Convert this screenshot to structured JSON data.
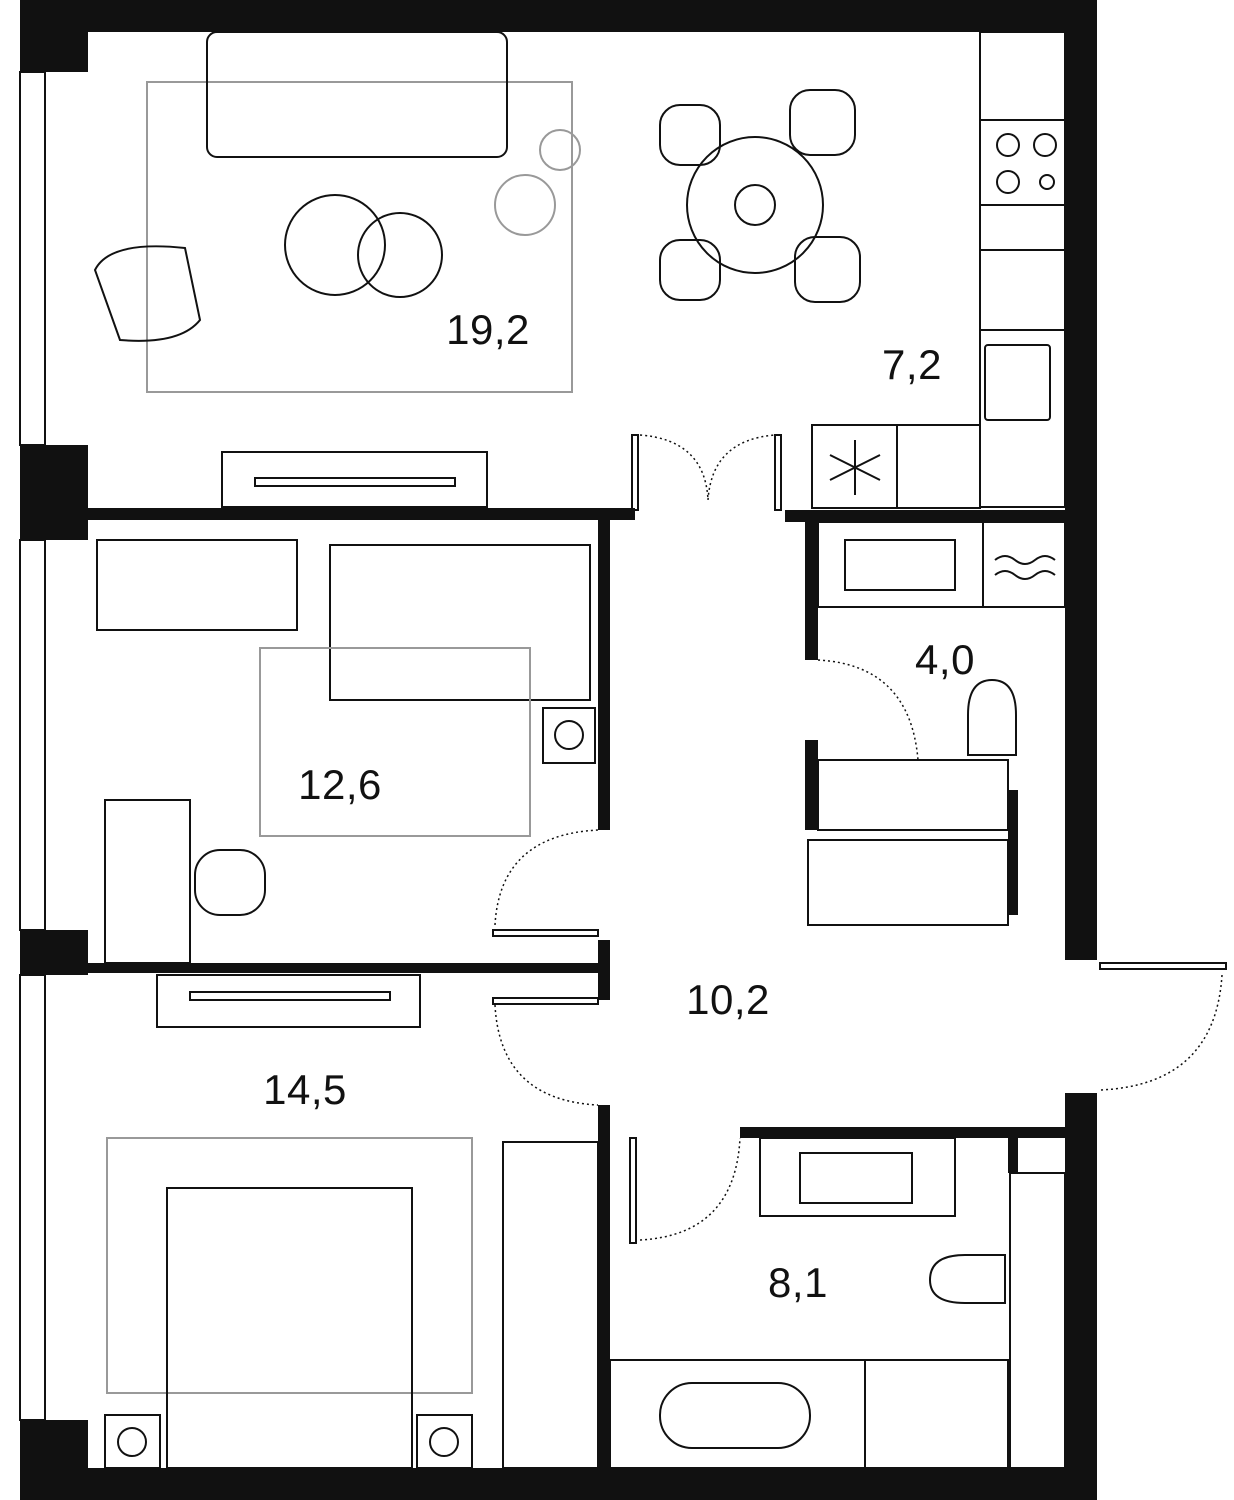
{
  "plan": {
    "rooms": [
      {
        "id": "living-room",
        "area": "19,2"
      },
      {
        "id": "kitchen",
        "area": "7,2"
      },
      {
        "id": "bathroom-small",
        "area": "4,0"
      },
      {
        "id": "bedroom-1",
        "area": "12,6"
      },
      {
        "id": "hall",
        "area": "10,2"
      },
      {
        "id": "bedroom-2",
        "area": "14,5"
      },
      {
        "id": "bathroom-large",
        "area": "8,1"
      }
    ],
    "colors": {
      "wall": "#111111",
      "furniture_line": "#111111",
      "rug": "#999999"
    }
  }
}
